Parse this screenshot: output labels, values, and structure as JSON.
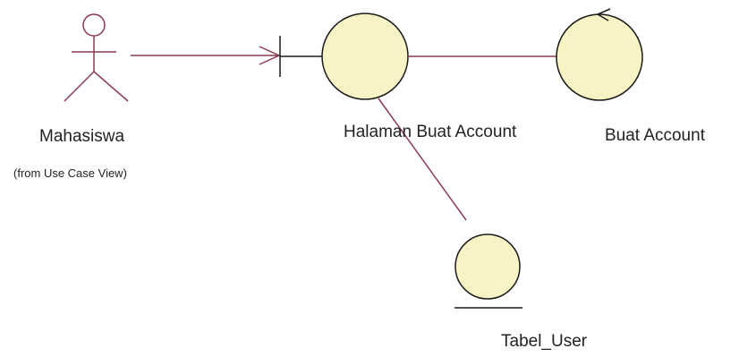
{
  "colors": {
    "line": "#8b3a4e",
    "shape_fill": "#f7f3c5",
    "shape_stroke": "#1a1a1a",
    "text": "#222222"
  },
  "actor": {
    "name": "Mahasiswa",
    "source": "(from Use Case View)",
    "icon": "actor-stick-figure-icon"
  },
  "objects": {
    "boundary": {
      "name": "Halaman Buat Account",
      "icon": "boundary-icon"
    },
    "control": {
      "name": "Buat Account",
      "icon": "control-icon"
    },
    "entity": {
      "name": "Tabel_User",
      "icon": "entity-icon"
    }
  }
}
